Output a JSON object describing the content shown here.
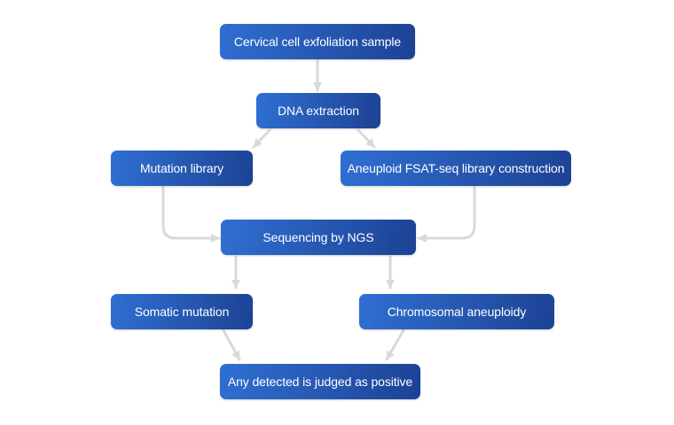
{
  "flowchart": {
    "nodes": {
      "sample": "Cervical cell exfoliation sample",
      "extraction": "DNA extraction",
      "mutation_library": "Mutation library",
      "aneuploid_library": "Aneuploid FSAT-seq library construction",
      "sequencing": "Sequencing by NGS",
      "somatic_mutation": "Somatic mutation",
      "chromosomal_aneuploidy": "Chromosomal aneuploidy",
      "result": "Any detected is judged as positive"
    },
    "edges": [
      {
        "from": "sample",
        "to": "extraction"
      },
      {
        "from": "extraction",
        "to": "mutation_library"
      },
      {
        "from": "extraction",
        "to": "aneuploid_library"
      },
      {
        "from": "mutation_library",
        "to": "sequencing"
      },
      {
        "from": "aneuploid_library",
        "to": "sequencing"
      },
      {
        "from": "sequencing",
        "to": "somatic_mutation"
      },
      {
        "from": "sequencing",
        "to": "chromosomal_aneuploidy"
      },
      {
        "from": "somatic_mutation",
        "to": "result"
      },
      {
        "from": "chromosomal_aneuploidy",
        "to": "result"
      }
    ]
  },
  "colors": {
    "node_fill_start": "#2f6fd2",
    "node_fill_end": "#1c4294",
    "node_text": "#ffffff",
    "arrow": "#d9d9d9"
  }
}
